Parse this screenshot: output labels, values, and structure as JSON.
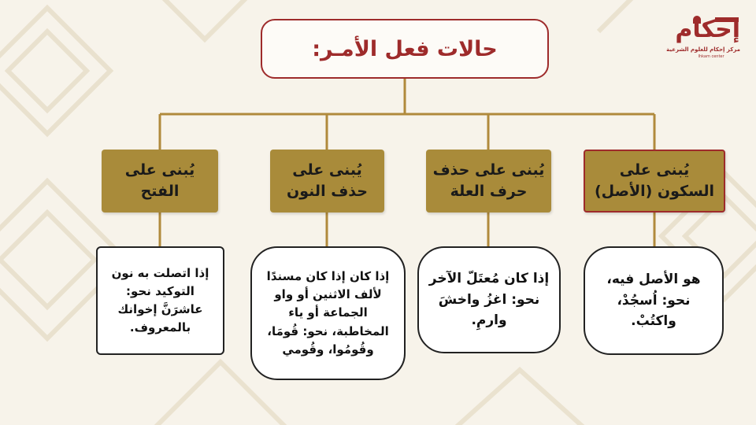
{
  "title": "حالات فعل الأمـر:",
  "logo": {
    "name": "إحكام",
    "subtitle": "مركز إحكام للعلوم الشرعية",
    "tagline": "Ihkam center"
  },
  "categories": [
    {
      "label": "يُبنى على السكون (الأصل)"
    },
    {
      "label": "يُبنى على حذف حرف العلة"
    },
    {
      "label": "يُبنى على حذف النون"
    },
    {
      "label": "يُبنى على الفتح"
    }
  ],
  "descriptions": [
    {
      "text": "هو الأصل فيه، نحو: اُسجُدْ، واكتُبْ."
    },
    {
      "text": "إذا كان مُعتَلّ الآخر نحو: اغزُ واخشَ وارمِ."
    },
    {
      "text": "إذا كان إذا كان مسندًا لألف الاثنين أو واو الجماعة أو ياء المخاطبة، نحو: قُومَا، وقُومُوا، وقُومي"
    },
    {
      "text": "إذا اتصلت به نون التوكيد نحو: عاشرَنَّ إخوانك بالمعروف."
    }
  ],
  "colors": {
    "accent": "#9e2b2b",
    "gold": "#a98b3a",
    "connector": "#b08a3c",
    "background": "#f7f3ea"
  }
}
